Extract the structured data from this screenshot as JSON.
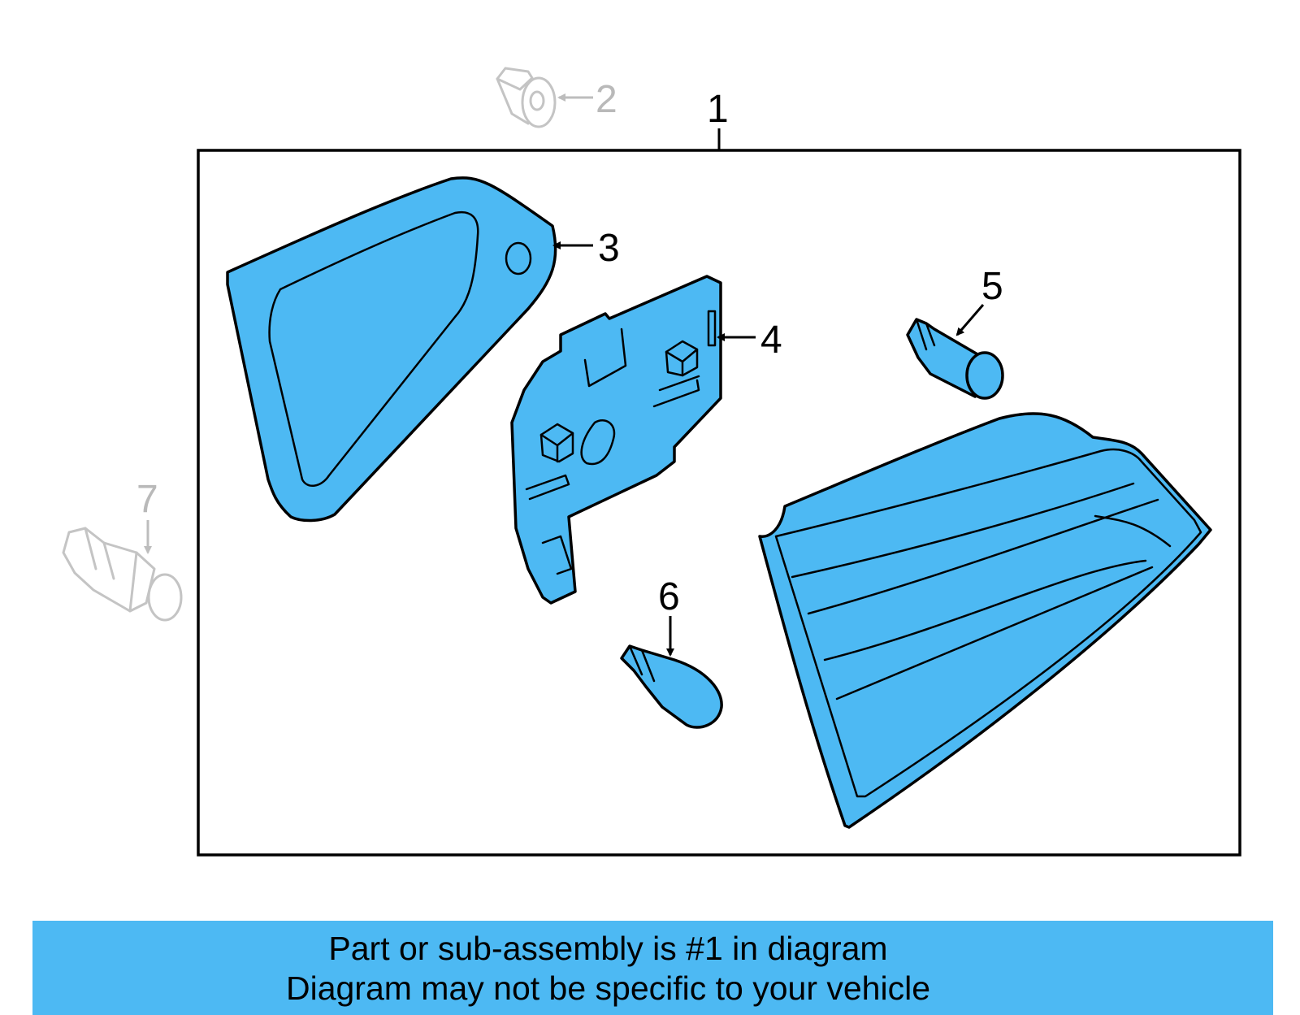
{
  "callouts": {
    "c1": "1",
    "c2": "2",
    "c3": "3",
    "c4": "4",
    "c5": "5",
    "c6": "6",
    "c7": "7"
  },
  "banner": {
    "line1": "Part or sub-assembly is #1 in diagram",
    "line2": "Diagram may not be specific to your vehicle"
  },
  "colors": {
    "part_fill": "#4db9f3",
    "banner_bg": "#4db9f3",
    "ghost": "#c4c4c4"
  }
}
